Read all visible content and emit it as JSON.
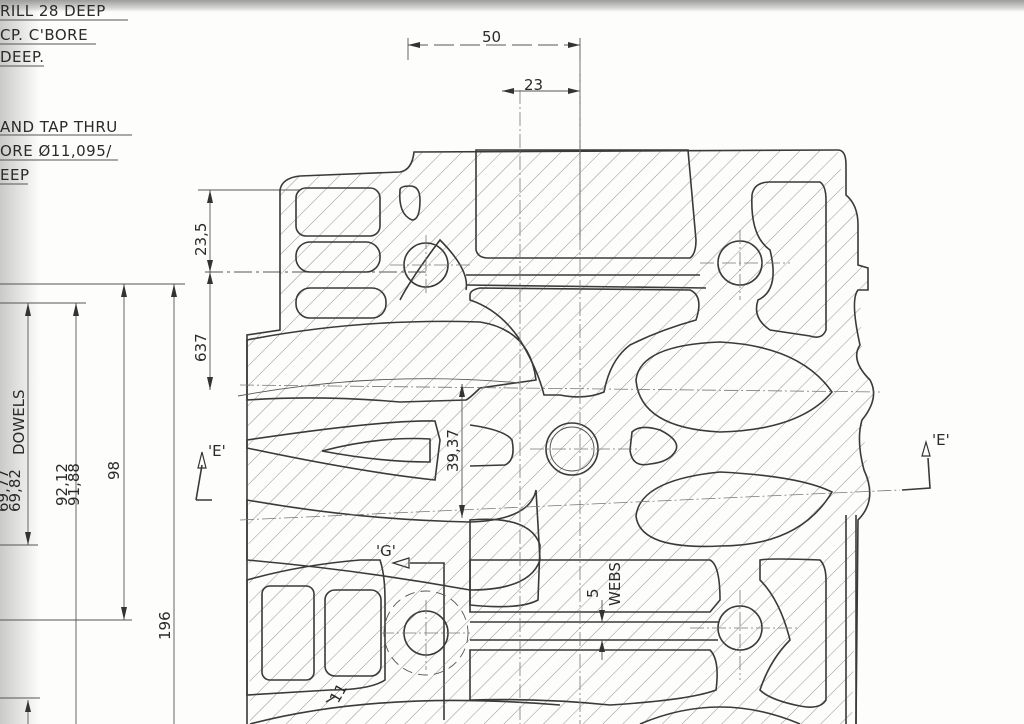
{
  "drawing": {
    "type": "engineering cross-section drawing (cylinder block / head)",
    "notes": [
      "RILL 28 DEEP",
      "CP. C'BORE",
      "DEEP.",
      "AND TAP THRU",
      "ORE Ø11,095/",
      "EEP"
    ],
    "dimensions": {
      "top_overall": "50",
      "top_offset": "23",
      "left_upper": "23,5",
      "left_lower": "637",
      "dowels_label": "69,82\n69,77 DOWELS",
      "dowels_line1": "69,82",
      "dowels_line2": "69,77",
      "dowels_word": "DOWELS",
      "tol_upper": "92,12",
      "tol_lower": "91,88",
      "height_98": "98",
      "height_196": "196",
      "bore_spacing": "39,37",
      "web_thickness": "5",
      "web_label": "WEBS",
      "callout_11": "11"
    },
    "section_markers": {
      "left": "'E'",
      "right": "'E'",
      "lower": "'G'"
    },
    "colors": {
      "paper": "#fdfdfc",
      "ink": "#3a3a3a",
      "scan_shadow": "#9c9c9a"
    }
  }
}
